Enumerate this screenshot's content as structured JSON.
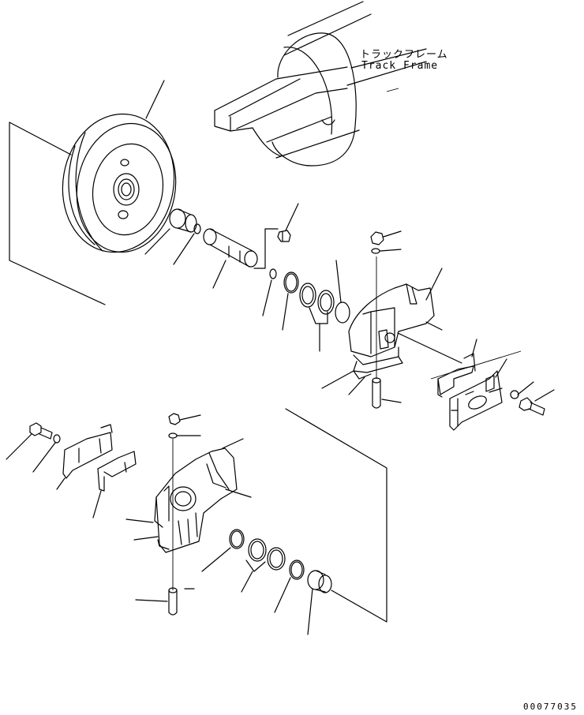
{
  "callout": {
    "track_frame_jp": "トラックフレーム",
    "track_frame_en": "Track Frame"
  },
  "drawing_number": "00077035"
}
